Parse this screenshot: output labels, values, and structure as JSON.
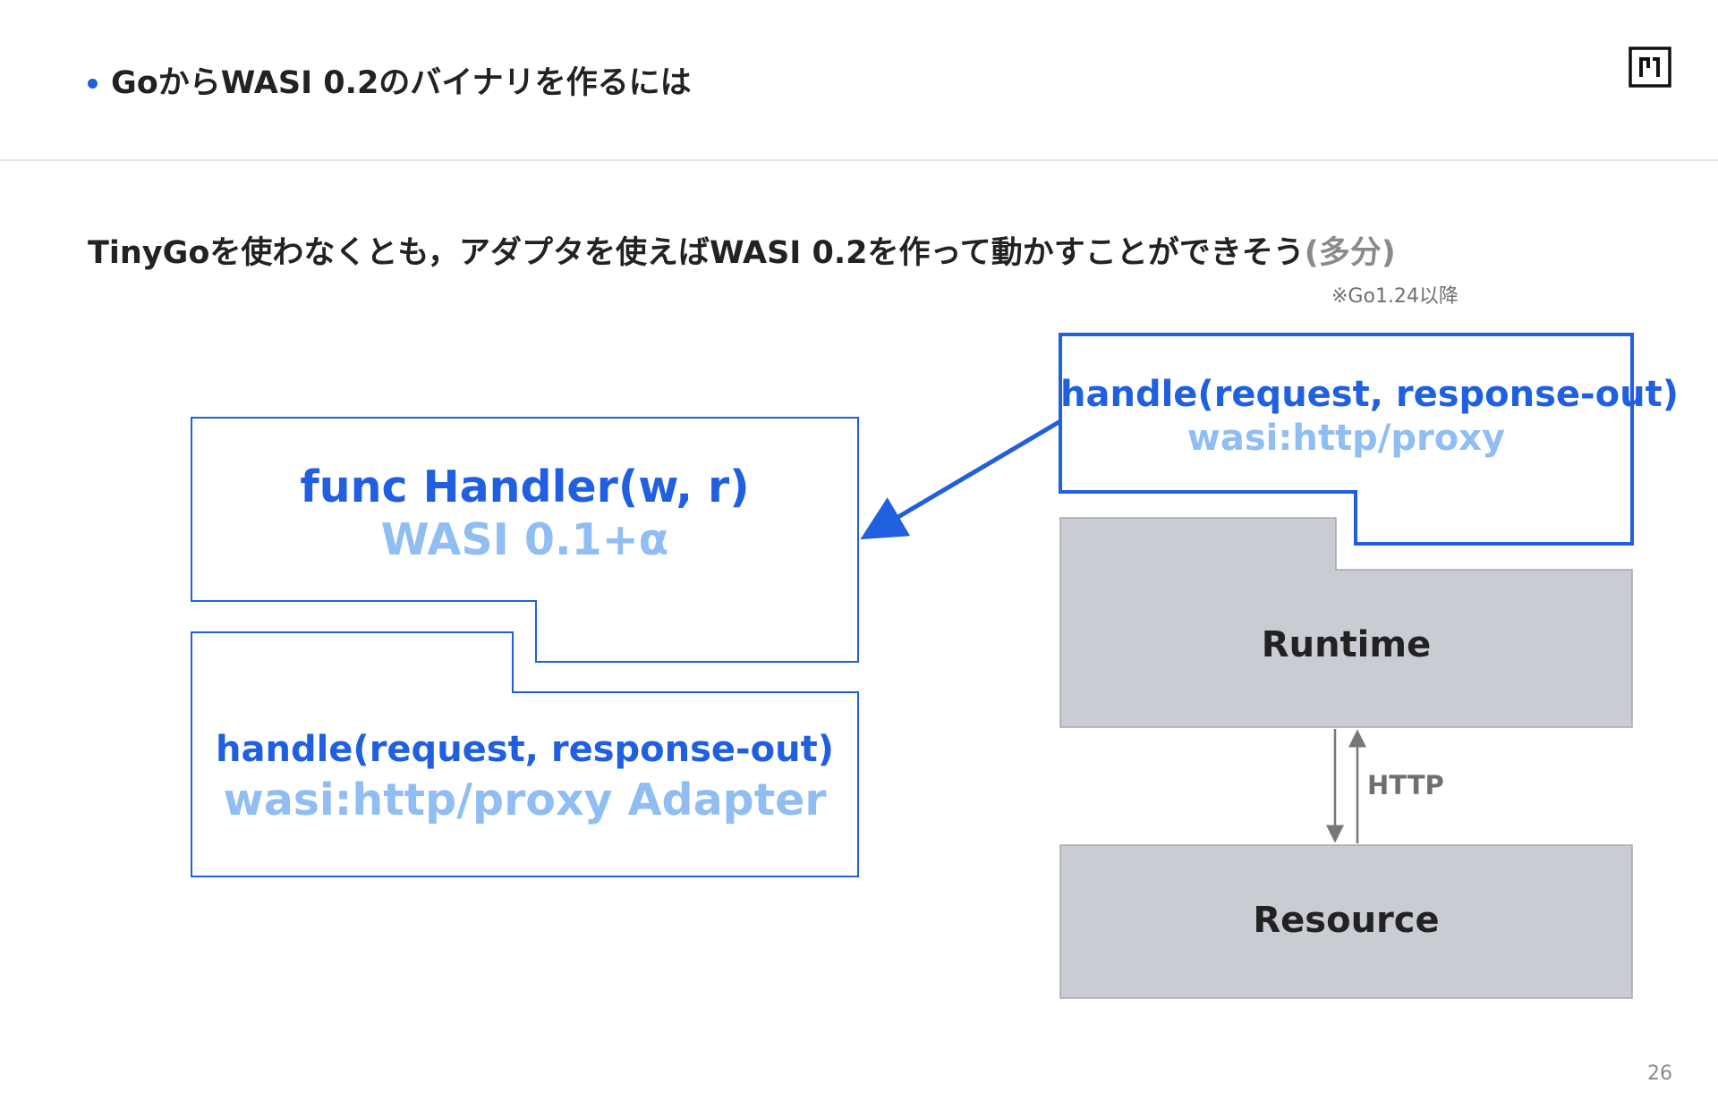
{
  "header": {
    "title": "GoからWASI 0.2のバイナリを作るには"
  },
  "lead": {
    "main": "TinyGoを使わなくとも，アダプタを使えばWASI 0.2を作って動かすことができそう",
    "muted": "(多分)"
  },
  "note": "※Go1.24以降",
  "diagram": {
    "go_component": {
      "code": "func Handler(w, r)",
      "interface": "WASI 0.1+α"
    },
    "adapter_component": {
      "code": "handle(request, response-out)",
      "interface": "wasi:http/proxy Adapter"
    },
    "export_component": {
      "code": "handle(request, response-out)",
      "interface": "wasi:http/proxy"
    },
    "runtime": "Runtime",
    "resource": "Resource",
    "connection_label": "HTTP"
  },
  "colors": {
    "accent_blue": "#1f5fe0",
    "light_blue": "#90bdf2",
    "gray_box": "#c9ccd3",
    "text_dark": "#222222"
  },
  "page": {
    "number": "26"
  }
}
